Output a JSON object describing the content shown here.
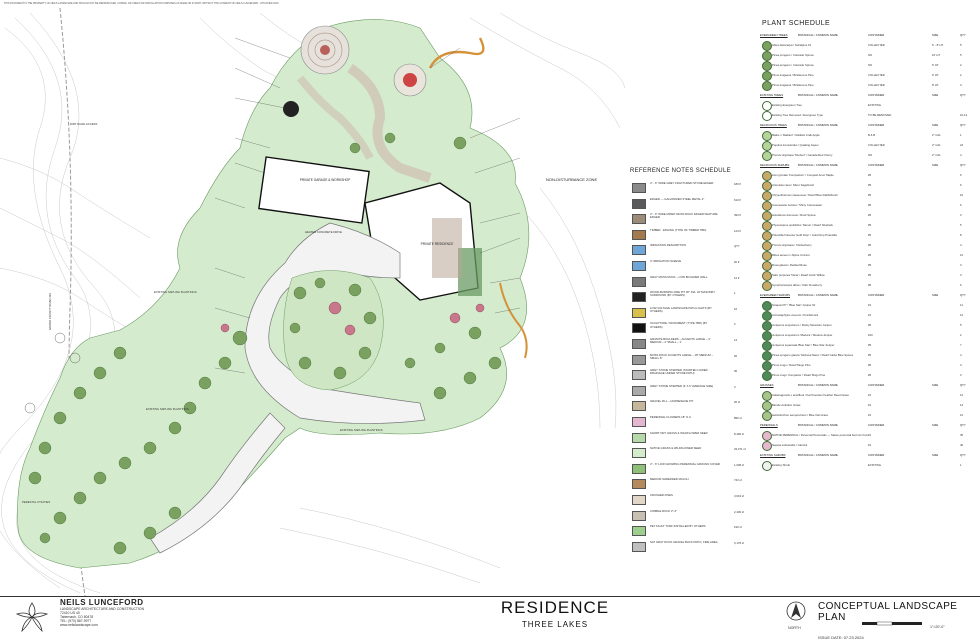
{
  "disclaimer": "THIS DOCUMENT IS THE PROPERTY OF NEILS LANDSCAPE AND SHOULD NOT BE REPRODUCED, COPIED, OR USED FOR INSTALLATION PURPOSES AS MADE OR IN PART, WITHOUT THE CONSENT OF NEILS LUNCEFORD - ATTACHED 2023",
  "plan_labels": {
    "private_garage": "PRIVATE GARAGE & WORKSHOP",
    "private_residence": "PRIVATE RESIDENCE",
    "non_disturbance": "NON-DISTURBANCE ZONE",
    "county_road": "GRAND COUNTY ROAD 491",
    "dirt_road": "DIRT ROAD ACCESS",
    "sapling_1": "EXISTING SAPLING PLANTINGS",
    "sapling_2": "EXISTING SAPLING PLANTINGS",
    "sapling_3": "EXISTING SAPLING PLANTINGS",
    "heated_drive": "HEATED CONCRETE DRIVE",
    "pedestal": "PEDESTAL UTILITIES"
  },
  "reference_schedule": {
    "title": "REFERENCE NOTES SCHEDULE",
    "rows": [
      {
        "desc": "4\" - 6\" WIDE GREY FRACTURED STONE EDGER",
        "qty": "180 lf"
      },
      {
        "desc": "EDGER — GALVANIZED STEEL METAL 4\"",
        "qty": "610 lf"
      },
      {
        "desc": "4\" - 6\" WIDE MIXED MOSS ROCK EDGER FEATURE EDGER",
        "qty": "393 lf"
      },
      {
        "desc": "TIMBER · EDGING (TYPE OF TIMBER TBD)",
        "qty": "124 lf"
      },
      {
        "desc": "IRRIGATION DESCRIPTION",
        "qty": "QTY"
      },
      {
        "desc": "4\" IRRIGATION SLEEVE",
        "qty": "20 lf"
      },
      {
        "desc": "GRAY MOSS ROCK – LOW BOULDER WALL",
        "qty": "12 lf"
      },
      {
        "desc": "WOOD-BURNING FIRE PIT 36\" DIA. W/ MASONRY SURROUND (BY OTHERS)",
        "qty": "1"
      },
      {
        "desc": "LOW-VOLTAGE LANDSCAPE PATH LIGHTS (BY OTHERS)",
        "qty": "16"
      },
      {
        "desc": "SCULPTURE / MONUMENT (TYPE TBD) (BY OTHERS)",
        "qty": "2"
      },
      {
        "desc": "GRANITE BOULDERS – ACCENTS LARGE – 3' MEDIUM – 2' SMALL – 1'",
        "qty": "14"
      },
      {
        "desc": "MOSS ROCK ACCENTS LARGE – 18\" MEDIUM – SMALL 8\"",
        "qty": "20"
      },
      {
        "desc": "GREY STONE STEPPER (STARTED LOWER DRAINAGE UNDER STONE PATH)",
        "qty": "36"
      },
      {
        "desc": "GREY STONE STEPPER (4' X 6' AVERAGE SIZE)",
        "qty": "3"
      },
      {
        "desc": "GRAVEL FILL – HORSESHOE PIT",
        "qty": "20 sf"
      },
      {
        "desc": "PERENNIAL FLOWERS 18\" O.C.",
        "qty": "896 sf"
      },
      {
        "desc": "SHORT DRY GRASS & WILDFLOWER SEED",
        "qty": "8,496 sf"
      },
      {
        "desc": "NATIVE GRASS & WILDFLOWER SEED",
        "qty": "33,371 sf"
      },
      {
        "desc": "4\" - 6\" LOW GROWING PERENNIAL GROUND COVER",
        "qty": "1,008 sf"
      },
      {
        "desc": "MEDIUM SHREDDED MULCH",
        "qty": "743 sf"
      },
      {
        "desc": "CRUSHER FINES",
        "qty": "3,643 sf"
      },
      {
        "desc": "COBBLE ROCK 2\"-4\"",
        "qty": "2,400 sf"
      },
      {
        "desc": "PET FAULT TURF INSTALLED BY OTHERS",
        "qty": "190 sf"
      },
      {
        "desc": "SAT GRAY ROCK GRAVEL BACK PATIO, FIRE AREA",
        "qty": "3,178 sf"
      }
    ]
  },
  "plant_schedule": {
    "title": "PLANT SCHEDULE",
    "headers": {
      "col1": "BOTANICAL / COMMON NAME",
      "col2": "CONTAINER",
      "col3": "SIZE",
      "col4": "QTY"
    },
    "groups": [
      {
        "category": "EVERGREEN TREES",
        "rows": [
          {
            "name": "Abies lasiocarpa / Subalpine Fir",
            "container": "COLLECTED",
            "size": "6' - 8' HT",
            "qty": "5"
          },
          {
            "name": "Picea pungens / Colorado Spruce",
            "container": "NO",
            "size": "10' HT",
            "qty": "5"
          },
          {
            "name": "Picea pungens / Colorado Spruce",
            "container": "NO",
            "size": "6' HT",
            "qty": "2"
          },
          {
            "name": "Pinus longaeva / Bristlecone Pine",
            "container": "COLLECTED",
            "size": "6' HT",
            "qty": "2"
          },
          {
            "name": "Pinus longaeva / Bristlecone Pine",
            "container": "COLLECTED",
            "size": "8' HT",
            "qty": "3"
          }
        ]
      },
      {
        "category": "EXISTING TREES",
        "rows": [
          {
            "name": "Existing Evergreen Tree",
            "container": "EXISTING",
            "size": "",
            "qty": ""
          },
          {
            "name": "Existing Tree Removed / Evergreen Type",
            "container": "TO BE REMOVED",
            "size": "",
            "qty": "10-12"
          }
        ]
      },
      {
        "category": "DECIDUOUS TREES",
        "rows": [
          {
            "name": "Malus x 'Radiant' / Radiant Crab Apple",
            "container": "B & B",
            "size": "2\" CAL",
            "qty": "1"
          },
          {
            "name": "Populus tremuloides / Quaking Aspen",
            "container": "COLLECTED",
            "size": "2\" CAL",
            "qty": "24"
          },
          {
            "name": "Prunus virginiana 'Shubert' / Canada Red Cherry",
            "container": "NO",
            "size": "2\" CAL",
            "qty": "4"
          }
        ]
      },
      {
        "category": "DECIDUOUS SHRUBS",
        "rows": [
          {
            "name": "Acer ginnala 'Compactum' / Compact Amur Maple",
            "container": "#5",
            "size": "",
            "qty": "6"
          },
          {
            "name": "Artemisia cana / Silver Sagebrush",
            "container": "#5",
            "size": "",
            "qty": "6"
          },
          {
            "name": "Chrysothamnus nauseosus / Dwarf Blue Rabbitbrush",
            "container": "#5",
            "size": "",
            "qty": "10"
          },
          {
            "name": "Cotoneaster lucidus / Shiny Cotoneaster",
            "container": "#5",
            "size": "",
            "qty": "6"
          },
          {
            "name": "Holodiscus dumosus / Rock Spirea",
            "container": "#5",
            "size": "",
            "qty": "3"
          },
          {
            "name": "Physocarpus opulifolius 'Nanus' / Dwarf Ninebark",
            "container": "#5",
            "size": "",
            "qty": "5"
          },
          {
            "name": "Potentilla fruticosa 'Gold Drop' / Gold Drop Potentilla",
            "container": "#5",
            "size": "",
            "qty": "8"
          },
          {
            "name": "Prunus virginiana / Chokecherry",
            "container": "#5",
            "size": "",
            "qty": "4"
          },
          {
            "name": "Ribes aureum / Alpine Currant",
            "container": "#5",
            "size": "",
            "qty": "12"
          },
          {
            "name": "Rosa glauca / Redleaf Rose",
            "container": "#5",
            "size": "",
            "qty": "3"
          },
          {
            "name": "Salix purpurea 'Nana' / Dwarf Arctic Willow",
            "container": "#5",
            "size": "",
            "qty": "3"
          },
          {
            "name": "Symphoricarpos albus / Utah Snowberry",
            "container": "#5",
            "size": "",
            "qty": "6"
          }
        ]
      },
      {
        "category": "EVERGREEN SHRUBS",
        "rows": [
          {
            "name": "Sciaponti77 / 'Blue Star' Juniper #1",
            "container": "#1",
            "size": "",
            "qty": "11"
          },
          {
            "name": "Arctostaphylos uva-ursi / Kinnikinnick",
            "container": "#1",
            "size": "",
            "qty": "12"
          },
          {
            "name": "Juniperus scopulorum / Rocky Mountain Juniper",
            "container": "#5",
            "size": "",
            "qty": "5"
          },
          {
            "name": "Juniperus scopulorum 'Medora' / Medora Juniper",
            "container": "#10",
            "size": "",
            "qty": "2"
          },
          {
            "name": "Juniperus squamata 'Blue Star' / Blue Star Juniper",
            "container": "#5",
            "size": "",
            "qty": "7"
          },
          {
            "name": "Picea pungens glauca 'Globosa Nana' / Dwarf Globe Blue Spruce",
            "container": "#5",
            "size": "",
            "qty": "4"
          },
          {
            "name": "Pinus mugo / Dwarf Mugo Pine",
            "container": "#5",
            "size": "",
            "qty": "3"
          },
          {
            "name": "Pinus mugo 'Compacta' / Dwarf Mugo Pine",
            "container": "#5",
            "size": "",
            "qty": "3"
          }
        ]
      },
      {
        "category": "GRASSES",
        "rows": [
          {
            "name": "Calamagrostis x acutiflora / Karl Foerster Feather Reed Grass",
            "container": "#1",
            "size": "",
            "qty": "12"
          },
          {
            "name": "Blonde Ambition Grass",
            "container": "#1",
            "size": "",
            "qty": "14"
          },
          {
            "name": "Helictotrichon sempervirens / Blue Oat Grass",
            "container": "#1",
            "size": "",
            "qty": "12"
          }
        ]
      },
      {
        "category": "PERENNIALS",
        "rows": [
          {
            "name": "NATIVE PERENNIAL / Perennial Perennials — Native perennial bed mix from irrigation at base",
            "container": "#1",
            "size": "",
            "qty": "35"
          },
          {
            "name": "Nepeta subsessilis / Catmint",
            "container": "#1",
            "size": "",
            "qty": "40"
          }
        ]
      },
      {
        "category": "EXISTING SHRUBS",
        "rows": [
          {
            "name": "Existing Shrub",
            "container": "EXISTING",
            "size": "",
            "qty": "1"
          }
        ]
      }
    ]
  },
  "title_block": {
    "company": "NEILS LUNCEFORD",
    "company_lines": [
      "LANDSCAPE ARCHITECTURE AND CONSTRUCTION",
      "72410 US 40",
      "Tabernash, CO 80478",
      "TEL: (970) 887-9977",
      "www.neilslandscape.com"
    ],
    "project_name": "RESIDENCE",
    "project_location": "THREE LAKES",
    "plan_title": "CONCEPTUAL LANDSCAPE PLAN",
    "issue_date": "ISSUE DATE: 07.23.2024",
    "scale": "1\"=20'-0\"",
    "north": "NORTH"
  }
}
